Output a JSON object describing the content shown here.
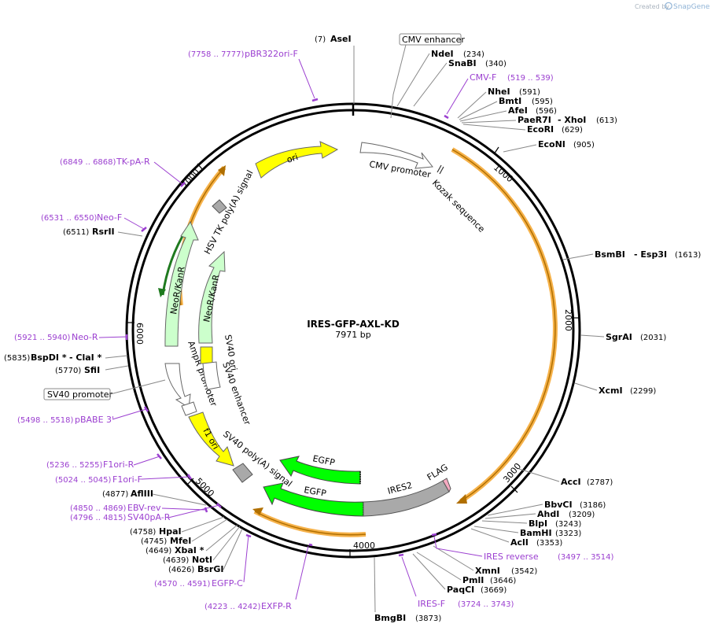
{
  "credit": {
    "prefix": "Created by",
    "brand": "SnapGene"
  },
  "plasmid": {
    "name": "IRES-GFP-AXL-KD",
    "length": "7971 bp"
  },
  "tick_labels": [
    "1000",
    "2000",
    "3000",
    "4000",
    "5000",
    "6000",
    "7000"
  ],
  "features": {
    "cmv_enhancer": "CMV enhancer",
    "cmv_promoter": "CMV promoter",
    "kozak": "Kozak sequence",
    "ori": "ori",
    "hsv_tk_polya": "HSV TK poly(A) signal",
    "neokanr_outer": "NeoR/KanR",
    "neokanr_inner": "NeoR/KanR",
    "ampr_promoter": "AmpR promoter",
    "sv40_ori": "SV40 ori",
    "sv40_enhancer": "SV40 enhancer",
    "f1_ori": "f1 ori",
    "sv40_polya": "SV40 poly(A) signal",
    "egfp_inner": "EGFP",
    "egfp_outer": "EGFP",
    "ires2": "IRES2",
    "flag": "FLAG",
    "sv40_promoter": "SV40 promoter"
  },
  "enzymes": {
    "asei": {
      "name": "AseI",
      "pos": "(7)"
    },
    "ndei": {
      "name": "NdeI",
      "pos": "(234)"
    },
    "snabi": {
      "name": "SnaBI",
      "pos": "(340)"
    },
    "nhei": {
      "name": "NheI",
      "pos": "(591)"
    },
    "bmti": {
      "name": "BmtI",
      "pos": "(595)"
    },
    "afei": {
      "name": "AfeI",
      "pos": "(596)"
    },
    "paer7i": {
      "name": "PaeR7I",
      "sep": "- XhoI",
      "pos": "(613)"
    },
    "ecori": {
      "name": "EcoRI",
      "pos": "(629)"
    },
    "econi": {
      "name": "EcoNI",
      "pos": "(905)"
    },
    "bsmbi": {
      "name": "BsmBI",
      "sep": "- Esp3I",
      "pos": "(1613)"
    },
    "sgrai": {
      "name": "SgrAI",
      "pos": "(2031)"
    },
    "xcmi": {
      "name": "XcmI",
      "pos": "(2299)"
    },
    "acci": {
      "name": "AccI",
      "pos": "(2787)"
    },
    "bbvci": {
      "name": "BbvCI",
      "pos": "(3186)"
    },
    "ahdi": {
      "name": "AhdI",
      "pos": "(3209)"
    },
    "blpi": {
      "name": "BlpI",
      "pos": "(3243)"
    },
    "bamhi": {
      "name": "BamHI",
      "pos": "(3323)"
    },
    "acli": {
      "name": "AclI",
      "pos": "(3353)"
    },
    "xmni": {
      "name": "XmnI",
      "pos": "(3542)"
    },
    "pmli": {
      "name": "PmlI",
      "pos": "(3646)"
    },
    "paqci": {
      "name": "PaqCI",
      "pos": "(3669)"
    },
    "bmgbi": {
      "name": "BmgBI",
      "pos": "(3873)"
    },
    "afliii": {
      "name": "AflIII",
      "pos": "(4877)"
    },
    "hpai": {
      "name": "HpaI",
      "pos": "(4758)"
    },
    "mfei": {
      "name": "MfeI",
      "pos": "(4745)"
    },
    "xbai": {
      "name": "XbaI *",
      "pos": "(4649)"
    },
    "noti": {
      "name": "NotI",
      "pos": "(4639)"
    },
    "bsrgi": {
      "name": "BsrGI",
      "pos": "(4626)"
    },
    "bspdi": {
      "name": "BspDI *",
      "sep": "- ClaI *",
      "pos": "(5835)"
    },
    "sfii": {
      "name": "SfiI",
      "pos": "(5770)"
    },
    "rsrii": {
      "name": "RsrII",
      "pos": "(6511)"
    }
  },
  "primers": {
    "pbr322ori_f": {
      "name": "pBR322ori-F",
      "pos": "(7758 .. 7777)"
    },
    "cmv_f": {
      "name": "CMV-F",
      "pos": "(519 .. 539)"
    },
    "tk_pa_r": {
      "name": "TK-pA-R",
      "pos": "(6849 .. 6868)"
    },
    "neo_f": {
      "name": "Neo-F",
      "pos": "(6531 .. 6550)"
    },
    "neo_r": {
      "name": "Neo-R",
      "pos": "(5921 .. 5940)"
    },
    "pbabe3": {
      "name": "pBABE 3'",
      "pos": "(5498 .. 5518)"
    },
    "f1ori_r": {
      "name": "F1ori-R",
      "pos": "(5236 .. 5255)"
    },
    "f1ori_f": {
      "name": "F1ori-F",
      "pos": "(5024 .. 5045)"
    },
    "ebv_rev": {
      "name": "EBV-rev",
      "pos": "(4850 .. 4869)"
    },
    "sv40pa_r": {
      "name": "SV40pA-R",
      "pos": "(4796 .. 4815)"
    },
    "egfp_c": {
      "name": "EGFP-C",
      "pos": "(4570 .. 4591)"
    },
    "exfp_r": {
      "name": "EXFP-R",
      "pos": "(4223 .. 4242)"
    },
    "ires_reverse": {
      "name": "IRES reverse",
      "pos": "(3497 .. 3514)"
    },
    "ires_f": {
      "name": "IRES-F",
      "pos": "(3724 .. 3743)"
    }
  },
  "colors": {
    "ori": "#ffff00",
    "neokanr": "#ccffcc",
    "egfp": "#00ff00",
    "ires2": "#a9a9a9",
    "flag": "#f5a9c0",
    "orf_outline": "#f6b24a",
    "orf_line": "#b06f00",
    "primer": "#9b3fd0"
  }
}
